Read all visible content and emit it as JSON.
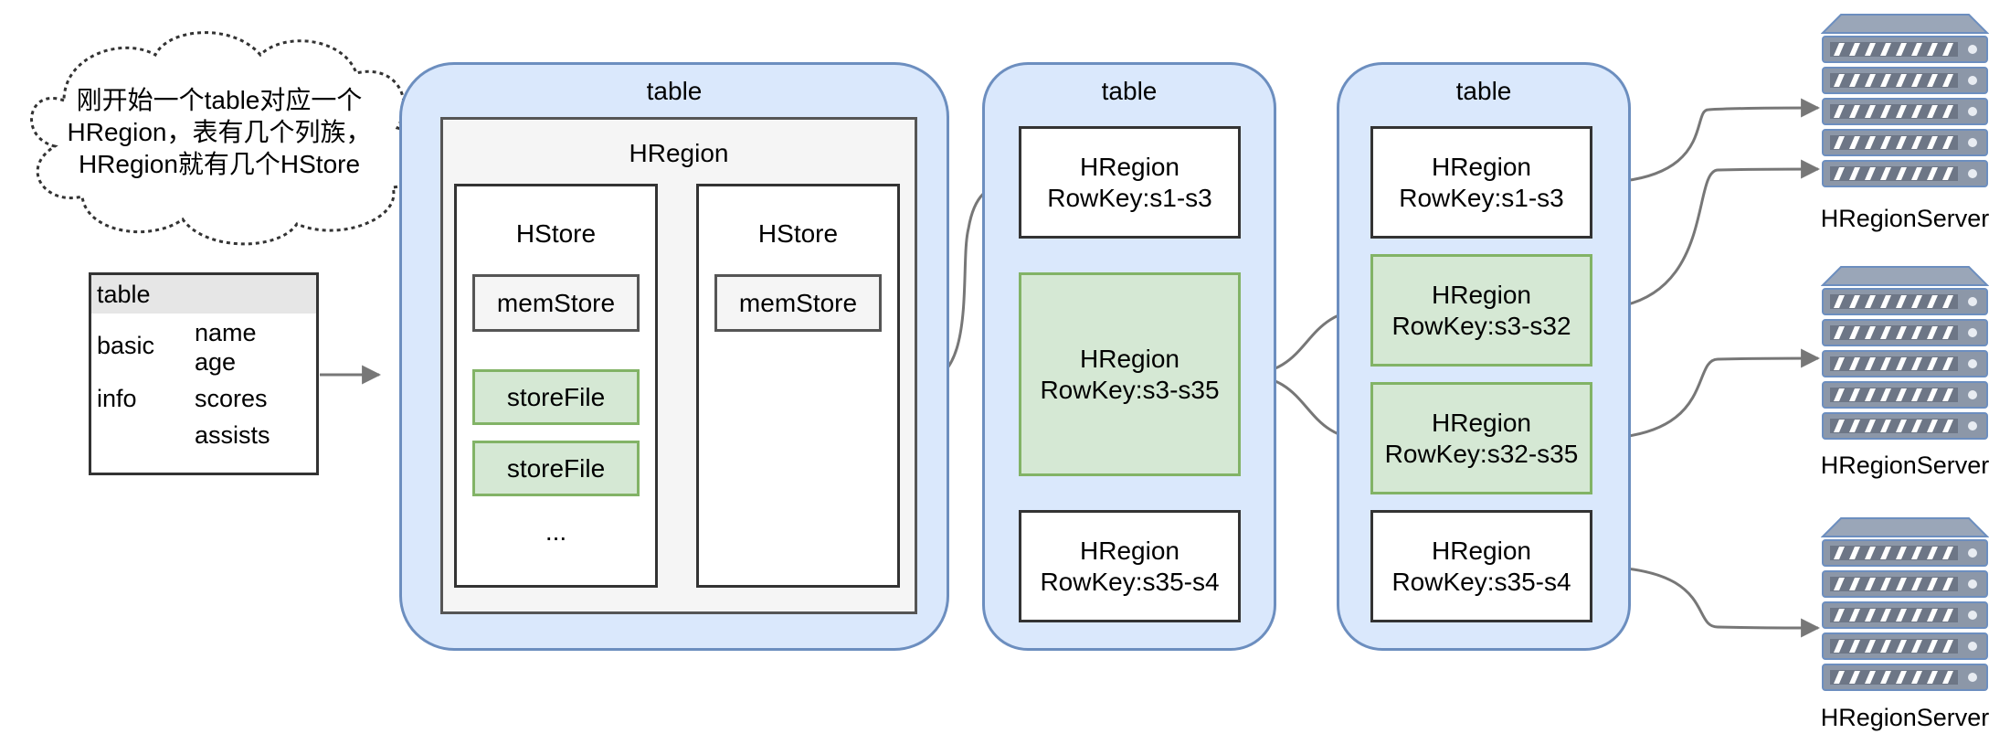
{
  "cloud_note": {
    "line1": "刚开始一个table对应一个",
    "line2": "HRegion，表有几个列族，",
    "line3": "HRegion就有几个HStore"
  },
  "schema_table": {
    "title": "table",
    "rows": [
      {
        "family": "basic",
        "columns": [
          "name",
          "age"
        ]
      },
      {
        "family": "info",
        "columns": [
          "scores",
          "assists"
        ]
      }
    ]
  },
  "table1": {
    "title": "table",
    "region_title": "HRegion",
    "stores": [
      {
        "title": "HStore",
        "memstore": "memStore",
        "storefiles": [
          "storeFile",
          "storeFile"
        ],
        "ellipsis": "..."
      },
      {
        "title": "HStore",
        "memstore": "memStore"
      }
    ]
  },
  "table2": {
    "title": "table",
    "regions": [
      {
        "name": "HRegion",
        "rowkey": "RowKey:s1-s3"
      },
      {
        "name": "HRegion",
        "rowkey": "RowKey:s3-s35"
      },
      {
        "name": "HRegion",
        "rowkey": "RowKey:s35-s4"
      }
    ]
  },
  "table3": {
    "title": "table",
    "regions": [
      {
        "name": "HRegion",
        "rowkey": "RowKey:s1-s3"
      },
      {
        "name": "HRegion",
        "rowkey": "RowKey:s3-s32"
      },
      {
        "name": "HRegion",
        "rowkey": "RowKey:s32-s35"
      },
      {
        "name": "HRegion",
        "rowkey": "RowKey:s35-s4"
      }
    ]
  },
  "servers": [
    {
      "label": "HRegionServer",
      "icon": "server-icon"
    },
    {
      "label": "HRegionServer",
      "icon": "server-icon"
    },
    {
      "label": "HRegionServer",
      "icon": "server-icon"
    }
  ],
  "colors": {
    "panel_fill": "#dae8fc",
    "panel_stroke": "#6c8ebf",
    "green_fill": "#d5e8d4",
    "green_stroke": "#82b366",
    "connector": "#777777"
  }
}
